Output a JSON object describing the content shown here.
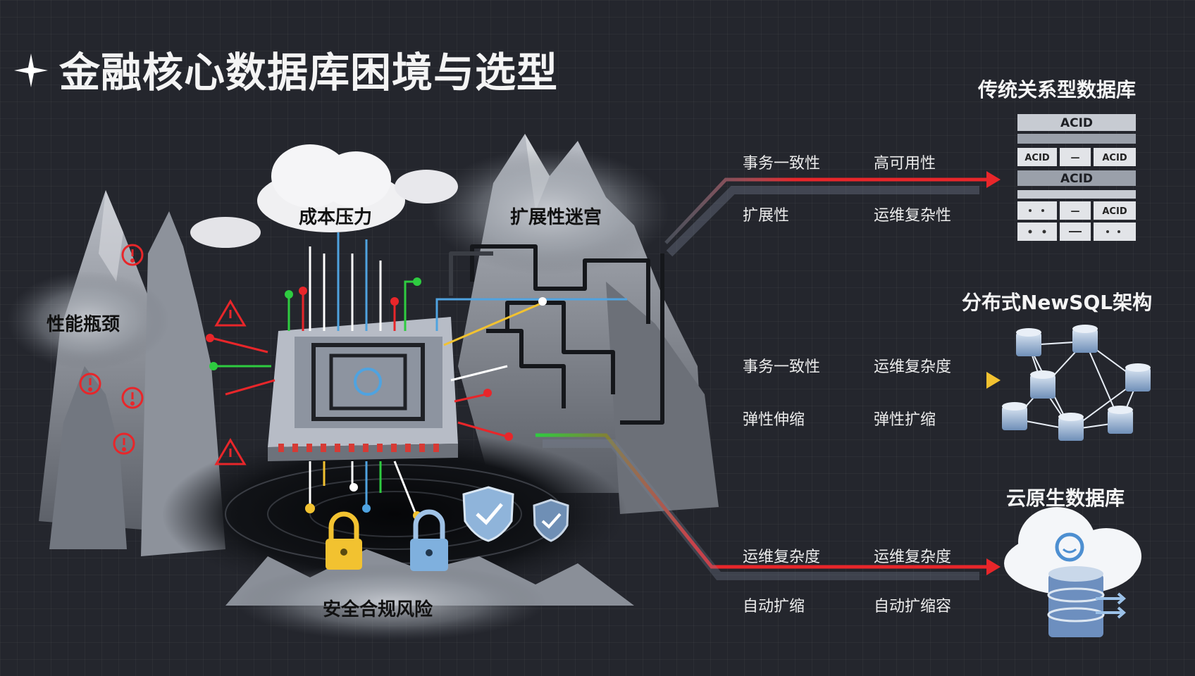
{
  "title": "金融核心数据库困境与选型",
  "zones": {
    "cost": "成本压力",
    "scalability": "扩展性迷宫",
    "performance": "性能瓶颈",
    "security": "安全合规风险"
  },
  "routes": [
    {
      "name": "传统关系型数据库",
      "labels": [
        "事务一致性",
        "高可用性",
        "扩展性",
        "运维复杂性"
      ],
      "arrow_color": "#e8262a",
      "table": {
        "header": "ACID",
        "subheader": "ACID",
        "cells": [
          "ACID",
          "—",
          "ACID",
          "—",
          "ACID"
        ]
      }
    },
    {
      "name": "分布式NewSQL架构",
      "labels": [
        "事务一致性",
        "运维复杂度",
        "弹性伸缩",
        "弹性扩缩"
      ],
      "arrow_color": "#f2c230"
    },
    {
      "name": "云原生数据库",
      "labels": [
        "运维复杂度",
        "运维复杂度",
        "自动扩缩",
        "自动扩缩容"
      ],
      "arrow_color": "#e8262a"
    }
  ],
  "icons": {
    "warning": "warning-icon",
    "lock": "lock-icon",
    "shield": "shield-check-icon",
    "chip": "processor-chip-icon",
    "database": "database-icon",
    "cloud": "cloud-icon"
  }
}
